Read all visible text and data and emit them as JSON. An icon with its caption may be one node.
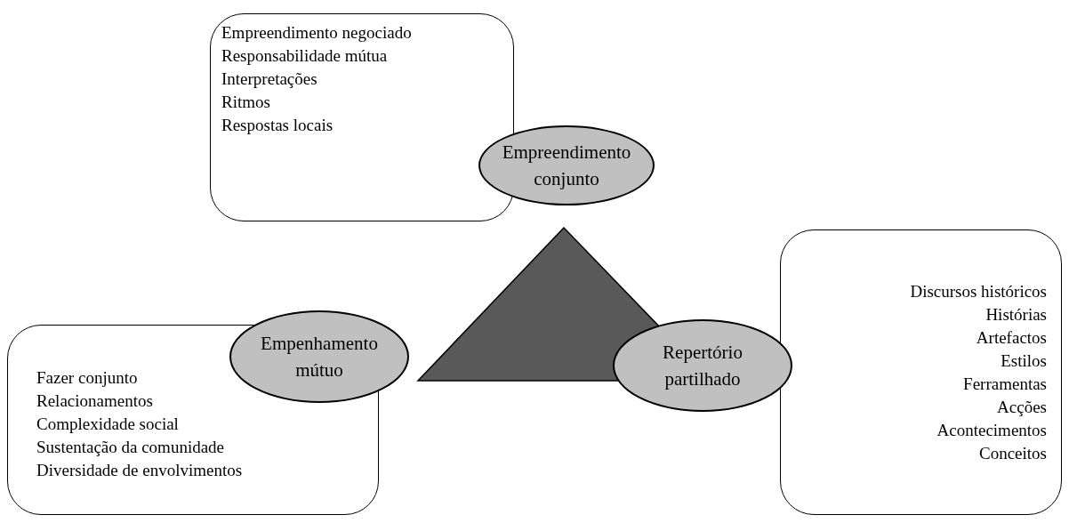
{
  "diagram": {
    "nodes": [
      {
        "text": [
          "Empreendimento negociado",
          "Responsabilidade mútua",
          "Interpretações",
          "Ritmos",
          "Respostas locais"
        ]
      },
      {
        "text": [
          "Empreendimento conjunto"
        ]
      },
      {
        "text": [
          "Discursos históricos",
          "Histórias",
          "Artefactos",
          "Estilos",
          "Ferramentas",
          "Acções",
          "Acontecimentos",
          "Conceitos"
        ]
      },
      {
        "text": [
          "Empenhamento mútuo"
        ]
      },
      {
        "text": [
          "Repertório partilhado"
        ]
      },
      {
        "text": [
          "Fazer conjunto",
          "Relacionamentos",
          "Complexidade social",
          "Sustentação da comunidade",
          "Diversidade de envolvimentos"
        ]
      }
    ]
  }
}
